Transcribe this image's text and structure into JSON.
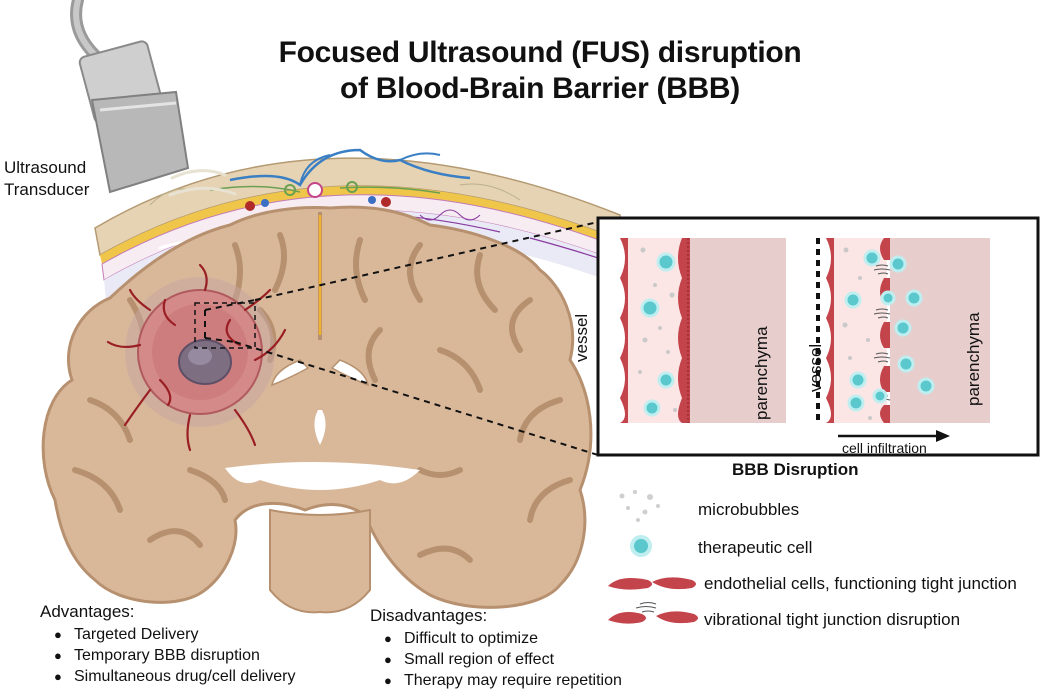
{
  "title": {
    "line1": "Focused Ultrasound (FUS) disruption",
    "line2": "of Blood-Brain Barrier (BBB)"
  },
  "transducer": {
    "line1": "Ultrasound",
    "line2": "Transducer"
  },
  "inset": {
    "caption": "BBB Disruption",
    "left_vessel_label": "vessel",
    "left_parenchyma_label": "parenchyma",
    "right_vessel_label": "vessel",
    "right_parenchyma_label": "parenchyma",
    "arrow_label": "cell infiltration"
  },
  "legend": {
    "items": [
      {
        "icon": "microbubbles-icon",
        "label": "microbubbles"
      },
      {
        "icon": "therapeutic-cell-icon",
        "label": "therapeutic cell"
      },
      {
        "icon": "endothelial-cells-icon",
        "label": "endothelial cells, functioning tight junction"
      },
      {
        "icon": "tight-junction-disruption-icon",
        "label": "vibrational tight junction disruption"
      }
    ]
  },
  "advantages": {
    "title": "Advantages:",
    "items": [
      "Targeted Delivery",
      "Temporary BBB disruption",
      "Simultaneous drug/cell delivery"
    ]
  },
  "disadvantages": {
    "title": "Disadvantages:",
    "items": [
      "Difficult to optimize",
      "Small region of effect",
      "Therapy may require repetition"
    ]
  },
  "colors": {
    "brain": "#d9b89a",
    "sulcus": "#b7916f",
    "tumor": "#c9767a",
    "tumor_core": "#7d6e82",
    "vessel_red": "#b02a2a",
    "endothelium": "#c4444c",
    "cell_teal": "#5ac8cc",
    "skull": "#e6d3b4"
  }
}
